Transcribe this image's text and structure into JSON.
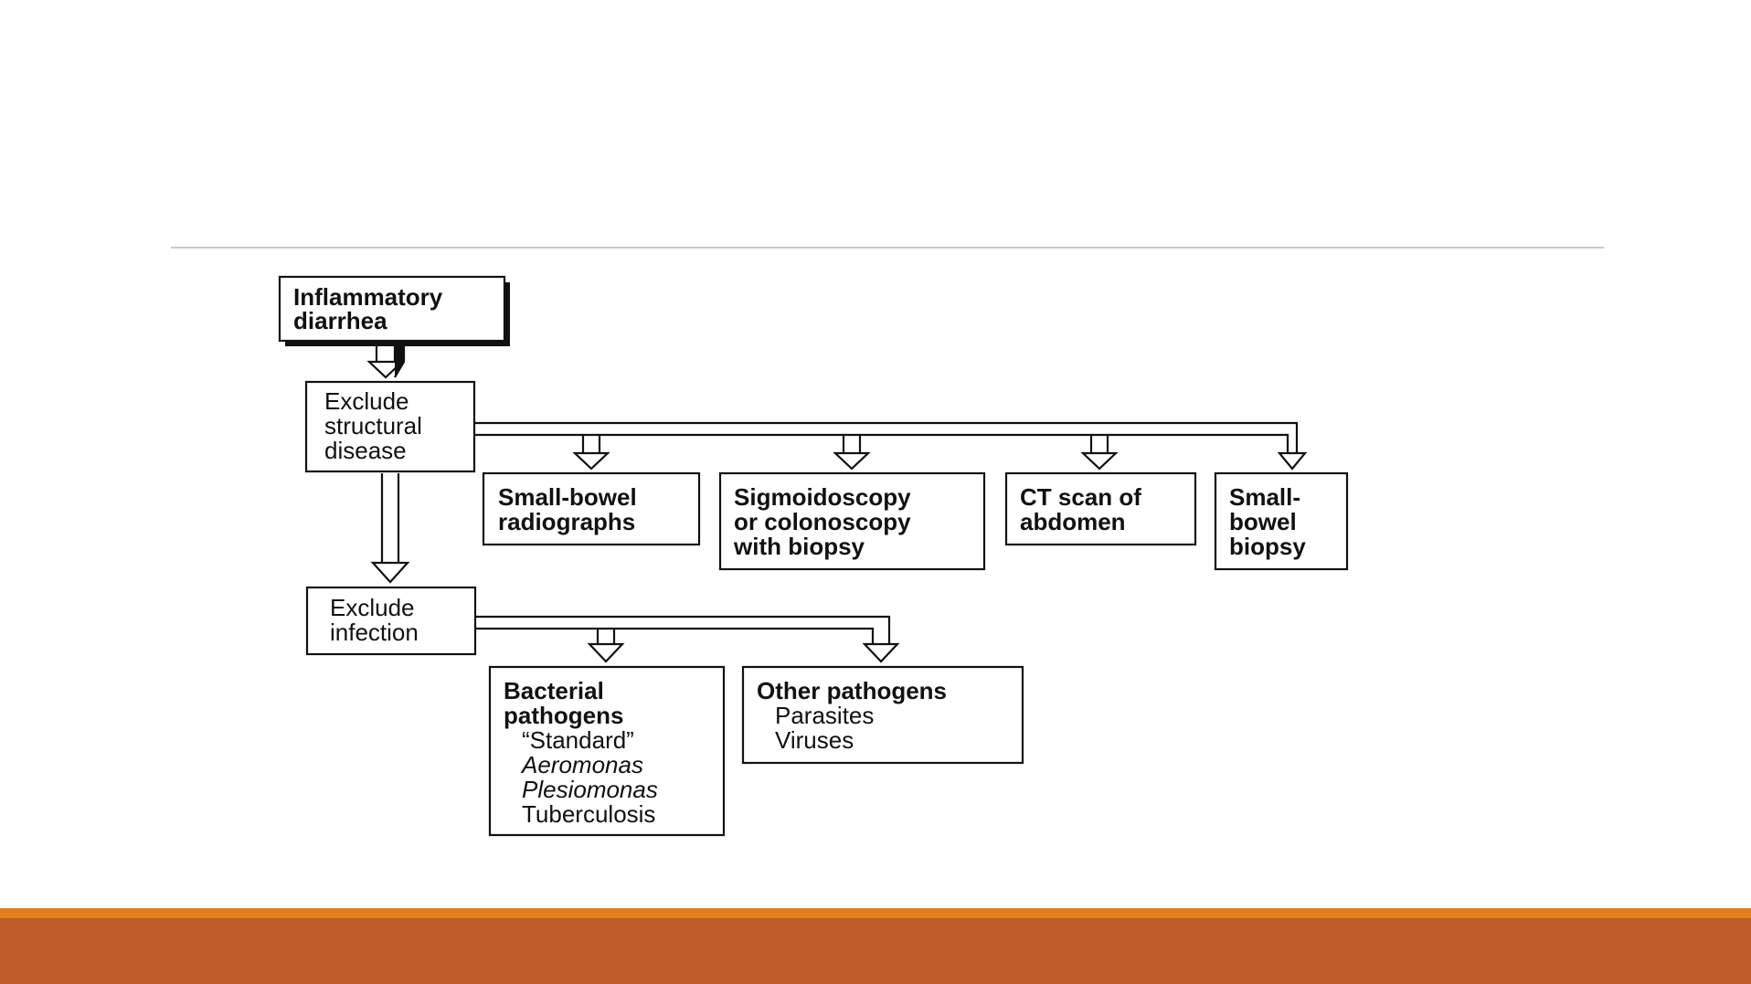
{
  "colors": {
    "background": "#ffffff",
    "divider": "#c9c9c9",
    "accent_stripe": "#e0801f",
    "footer_band": "#bd5a2b",
    "ink": "#111111"
  },
  "flowchart": {
    "start": {
      "lines": [
        "Inflammatory",
        "diarrhea"
      ]
    },
    "step1": {
      "lines": [
        "Exclude",
        "structural",
        "disease"
      ]
    },
    "step1_options": [
      {
        "lines": [
          "Small-bowel",
          "radiographs"
        ]
      },
      {
        "lines": [
          "Sigmoidoscopy",
          "or colonoscopy",
          "with biopsy"
        ]
      },
      {
        "lines": [
          "CT scan of",
          "abdomen"
        ]
      },
      {
        "lines": [
          "Small-",
          "bowel",
          "biopsy"
        ]
      }
    ],
    "step2": {
      "lines": [
        "Exclude",
        "infection"
      ]
    },
    "bacterial": {
      "heading": [
        "Bacterial",
        "pathogens"
      ],
      "items": [
        "“Standard”",
        "Aeromonas",
        "Plesiomonas",
        "Tuberculosis"
      ]
    },
    "other": {
      "heading": "Other pathogens",
      "items": [
        "Parasites",
        "Viruses"
      ]
    }
  }
}
